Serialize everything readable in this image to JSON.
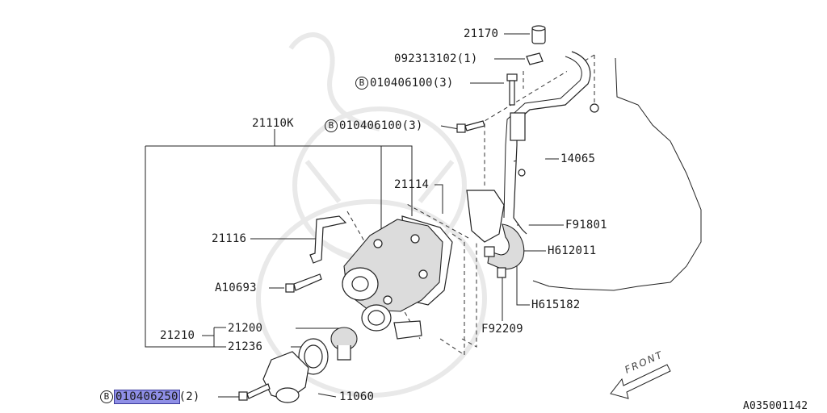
{
  "diagram_id": "A035001142",
  "front_label": "FRONT",
  "callouts": [
    {
      "key": "p21170",
      "number": "21170",
      "qty": ""
    },
    {
      "key": "p092313102",
      "number": "092313102",
      "qty": "(1)"
    },
    {
      "key": "p010406100a",
      "prefix": "B",
      "number": "010406100",
      "qty": "(3)"
    },
    {
      "key": "p010406100b",
      "prefix": "B",
      "number": "010406100",
      "qty": "(3)"
    },
    {
      "key": "p21110K",
      "number": "21110K",
      "qty": ""
    },
    {
      "key": "p21114",
      "number": "21114",
      "qty": ""
    },
    {
      "key": "p14065",
      "number": "14065",
      "qty": ""
    },
    {
      "key": "p21116",
      "number": "21116",
      "qty": ""
    },
    {
      "key": "pF91801",
      "number": "F91801",
      "qty": ""
    },
    {
      "key": "pH612011",
      "number": "H612011",
      "qty": ""
    },
    {
      "key": "pA10693",
      "number": "A10693",
      "qty": ""
    },
    {
      "key": "pH615182",
      "number": "H615182",
      "qty": ""
    },
    {
      "key": "p21200",
      "number": "21200",
      "qty": ""
    },
    {
      "key": "pF92209",
      "number": "F92209",
      "qty": ""
    },
    {
      "key": "p21210",
      "number": "21210",
      "qty": ""
    },
    {
      "key": "p21236",
      "number": "21236",
      "qty": ""
    },
    {
      "key": "p010406250",
      "prefix": "B",
      "number": "010406250",
      "qty": "(2)",
      "highlighted": true
    },
    {
      "key": "p11060",
      "number": "11060",
      "qty": ""
    }
  ],
  "colors": {
    "line": "#222222",
    "highlight": "#8f8fe6",
    "watermark": "#e9e9e9"
  }
}
